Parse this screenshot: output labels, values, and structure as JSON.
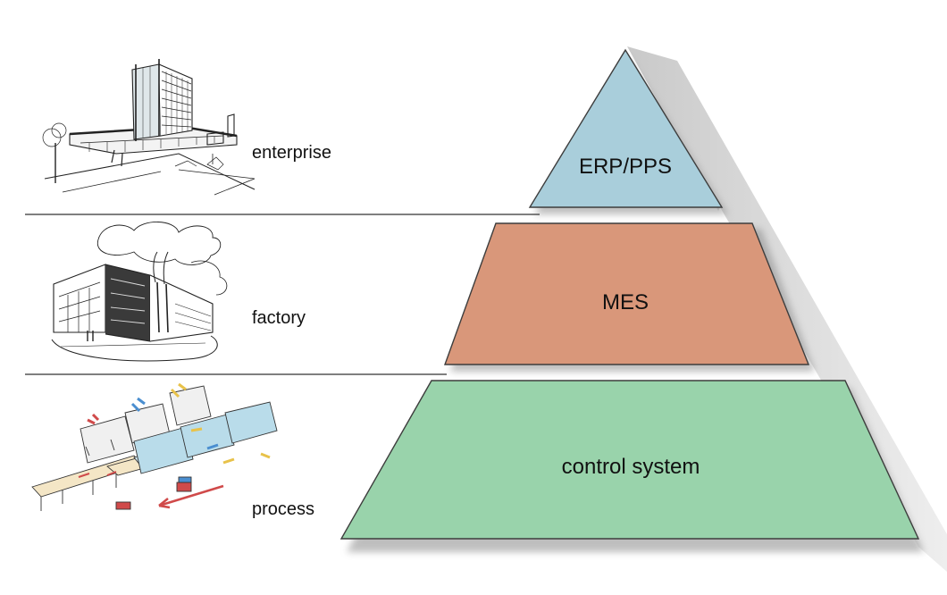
{
  "levels": {
    "enterprise": "enterprise",
    "factory": "factory",
    "process": "process"
  },
  "pyramid": {
    "top": {
      "label": "ERP/PPS",
      "color": "#a9cedb"
    },
    "middle": {
      "label": "MES",
      "color": "#d9977a"
    },
    "bottom": {
      "label": "control system",
      "color": "#99d3ab"
    }
  },
  "icons": {
    "enterprise": "office-building-sketch-icon",
    "factory": "factory-sketch-icon",
    "process": "production-line-sketch-icon"
  }
}
